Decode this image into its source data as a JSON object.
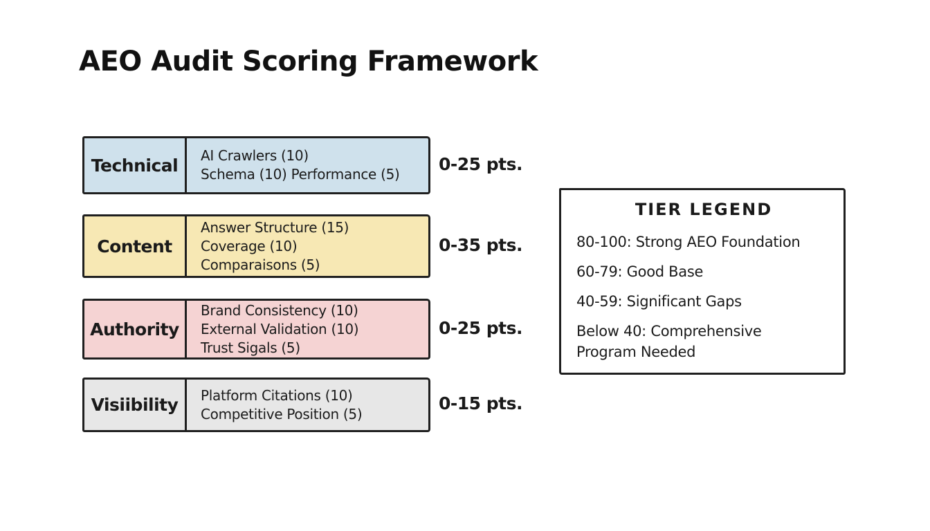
{
  "title": "AEO Audit Scoring Framework",
  "colors": {
    "background": "#ffffff",
    "border": "#1f1f1f",
    "text": "#1a1a1a",
    "technical_fill": "#cfe1ec",
    "content_fill": "#f7e8b4",
    "authority_fill": "#f5d3d3",
    "visibility_fill": "#e7e7e7"
  },
  "rows": [
    {
      "label": "Technical",
      "details": [
        "AI Crawlers (10)",
        "Schema (10) Performance (5)"
      ],
      "points": "0-25 pts.",
      "fill": "#cfe1ec"
    },
    {
      "label": "Content",
      "details": [
        "Answer Structure (15)",
        "Coverage (10)",
        "Comparaisons (5)"
      ],
      "points": "0-35 pts.",
      "fill": "#f7e8b4"
    },
    {
      "label": "Authority",
      "details": [
        "Brand Consistency (10)",
        "External Validation (10)",
        "Trust Sigals (5)"
      ],
      "points": "0-25 pts.",
      "fill": "#f5d3d3"
    },
    {
      "label": "Visiibility",
      "details": [
        "Platform Citations (10)",
        "Competitive Position (5)"
      ],
      "points": "0-15 pts.",
      "fill": "#e7e7e7"
    }
  ],
  "legend": {
    "title": "TIER LEGEND",
    "items": [
      "80-100: Strong AEO Foundation",
      "60-79: Good Base",
      "40-59: Significant Gaps",
      "Below 40: Comprehensive Program Needed"
    ]
  }
}
